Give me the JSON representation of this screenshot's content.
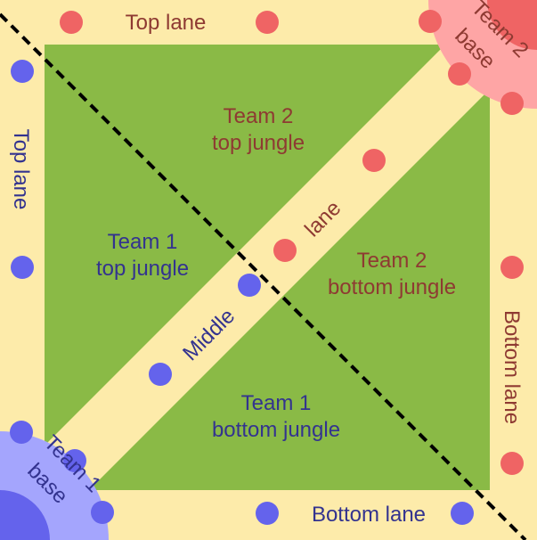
{
  "colors": {
    "lane": "#fdebaa",
    "jungle": "#8aba46",
    "team1": "#6463ec",
    "team1_base": "#a4a5fd",
    "team1_text": "#33338f",
    "team2": "#ef6464",
    "team2_base": "#fea5a5",
    "team2_text": "#8e3a32"
  },
  "labels": {
    "top_lane_top": "Top lane",
    "top_lane_left": "Top lane",
    "bottom_lane_bottom": "Bottom lane",
    "bottom_lane_right": "Bottom lane",
    "middle": "Middle",
    "lane": "lane",
    "team2_top_jungle": [
      "Team 2",
      "top jungle"
    ],
    "team1_top_jungle": [
      "Team 1",
      "top jungle"
    ],
    "team2_bottom_jungle": [
      "Team 2",
      "bottom jungle"
    ],
    "team1_bottom_jungle": [
      "Team 1",
      "bottom jungle"
    ],
    "team1_base": [
      "Team 1",
      "base"
    ],
    "team2_base": [
      "Team 2",
      "base"
    ]
  }
}
